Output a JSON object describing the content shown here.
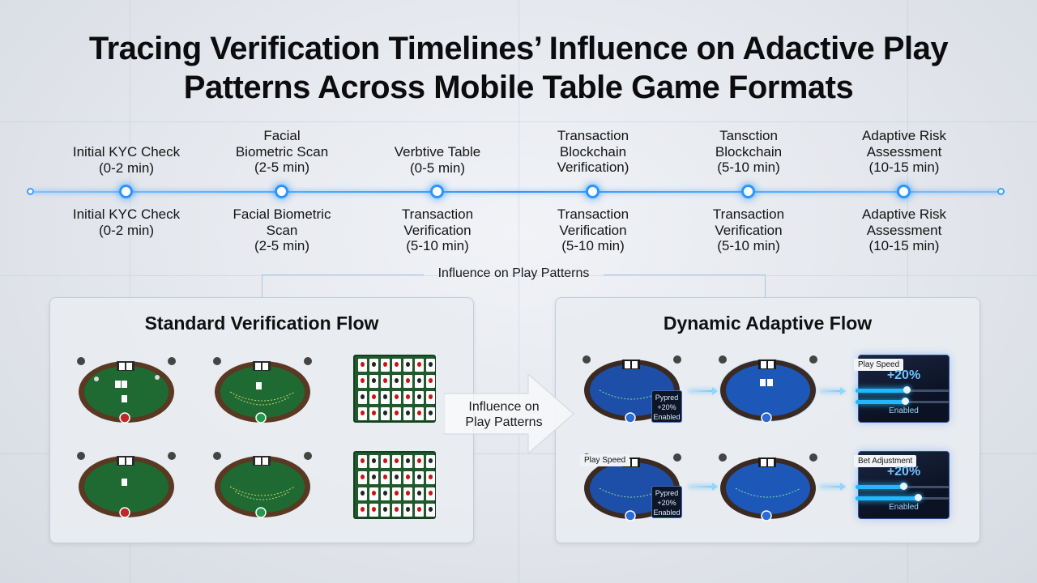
{
  "title": {
    "line1": "Tracing Verification Timelines’ Influence on Adactive Play",
    "line2": "Patterns Across Mobile Table Game Formats"
  },
  "timeline": {
    "top_labels": [
      [
        "Initial KYC Check",
        "(0-2 min)"
      ],
      [
        "Facial",
        "Biometric Scan",
        "(2-5 min)"
      ],
      [
        "Verbtive Table",
        "(0-5 min)"
      ],
      [
        "Transaction",
        "Blockchain",
        "Verification)"
      ],
      [
        "Tansction",
        "Blockchain",
        "(5-10 min)"
      ],
      [
        "Adaptive Risk",
        "Assessment",
        "(10-15 min)"
      ]
    ],
    "bottom_labels": [
      [
        "Initial KYC Check",
        "(0-2 min)"
      ],
      [
        "Facial Biometric",
        "Scan",
        "(2-5 min)"
      ],
      [
        "Transaction",
        "Verification",
        "(5-10 min)"
      ],
      [
        "Transaction",
        "Verification",
        "(5-10 min)"
      ],
      [
        "Transaction",
        "Verification",
        "(5-10 min)"
      ],
      [
        "Adaptive Risk",
        "Assessment",
        "(10-15 min)"
      ]
    ]
  },
  "influence_label": "Influence on Play Patterns",
  "arrow_label": {
    "line1": "Influence on",
    "line2": "Play Patterns"
  },
  "panels": {
    "left": {
      "title": "Standard Verification Flow"
    },
    "right": {
      "title": "Dynamic Adaptive Flow",
      "badges": [
        {
          "line1": "Pypred",
          "line2": "+20%",
          "line3": "Enabled"
        },
        {
          "line1": "Pypred",
          "line2": "+20%",
          "line3": "Enabled"
        }
      ],
      "play_tag": "Play Speed",
      "stat_cards": [
        {
          "label": "Play Speed",
          "value": "+20%",
          "status": "Enabled"
        },
        {
          "label": "Bet Adjustment",
          "value": "+20%",
          "status": "Enabled"
        }
      ]
    }
  },
  "colors": {
    "accent": "#2b95ff",
    "felt_green": "#1f6a33",
    "felt_blue": "#1d4fa8",
    "stat_value": "#6fc3ff"
  }
}
